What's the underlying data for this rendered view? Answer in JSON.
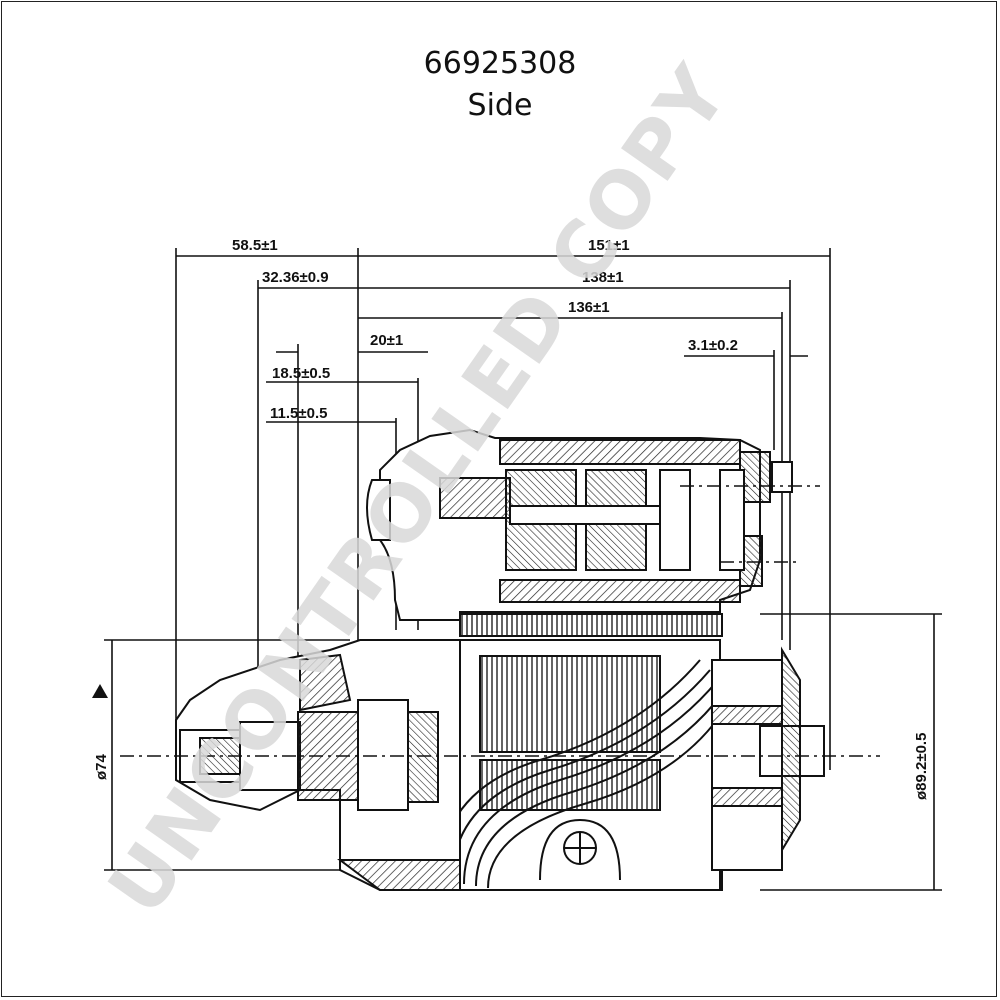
{
  "header": {
    "part_number": "66925308",
    "view": "Side"
  },
  "watermark": "UNCONTROLLED COPY",
  "dimensions": {
    "d_58_5": "58.5±1",
    "d_151": "151±1",
    "d_32_36": "32.36±0.9",
    "d_138": "138±1",
    "d_136": "136±1",
    "d_20": "20±1",
    "d_3_1": "3.1±0.2",
    "d_18_5": "18.5±0.5",
    "d_11_5": "11.5±0.5",
    "d_74": "ø74",
    "d_89_2": "ø89.2±0.5"
  },
  "colors": {
    "line": "#111111",
    "hatch": "#222222",
    "watermark": "#d9d9d9",
    "frame": "#222222"
  }
}
